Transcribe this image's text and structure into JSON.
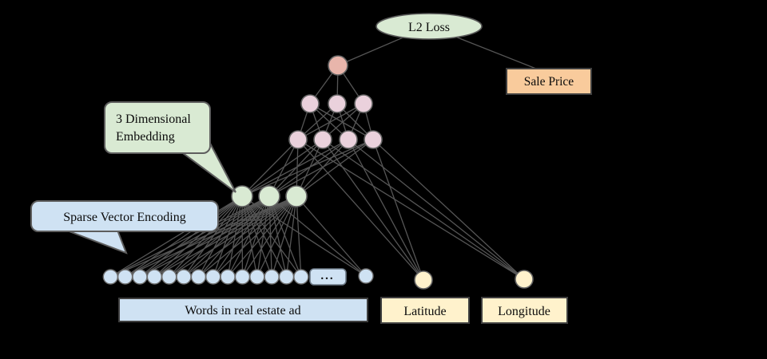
{
  "diagram": {
    "labels": {
      "loss": "L2 Loss",
      "sale_price": "Sale Price",
      "embedding_callout_line1": "3 Dimensional",
      "embedding_callout_line2": "Embedding",
      "sparse_callout": "Sparse Vector Encoding",
      "words_input": "Words in real estate ad",
      "latitude": "Latitude",
      "longitude": "Longitude",
      "ellipsis": "..."
    },
    "network": {
      "word_input_nodes": 15,
      "embedding_nodes": 3,
      "hidden_layer_lower_nodes": 4,
      "hidden_layer_upper_nodes": 3,
      "output_nodes": 1,
      "geo_input_nodes": 2
    },
    "colors": {
      "background": "#000000",
      "edge": "#565656",
      "loss_fill": "#d9ead3",
      "sale_price_fill": "#f9cb9c",
      "output_node_fill": "#e8b5ab",
      "hidden_node_fill": "#ead1dc",
      "embedding_node_fill": "#d9ead3",
      "word_input_node_fill": "#cfe2f3",
      "geo_node_fill": "#fff2cc",
      "embedding_callout_fill": "#d9ead3",
      "sparse_callout_fill": "#cfe2f3",
      "words_box_fill": "#cfe2f3",
      "geo_box_fill": "#fff2cc",
      "ellipsis_box_fill": "#cfe2f3"
    }
  }
}
